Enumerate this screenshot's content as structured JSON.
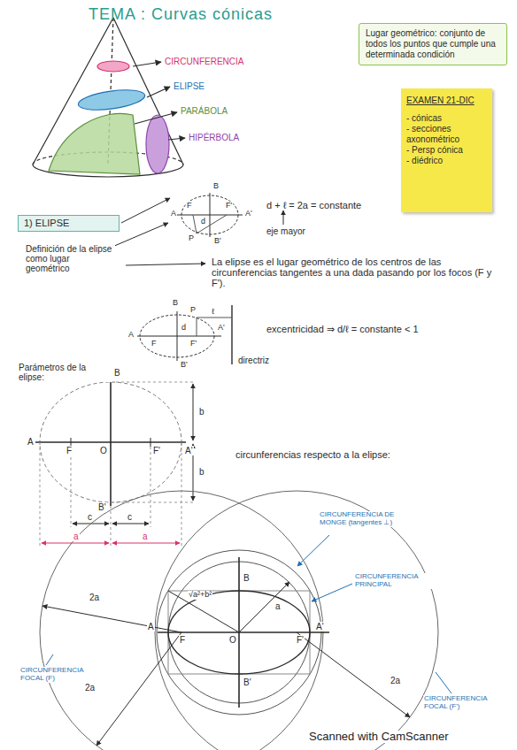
{
  "diagram": {
    "title": "TEMA : Curvas cónicas",
    "nodes": [
      {
        "text": [
          "Lugar geométrico: conjunto de todos los puntos que cumple una determinada condición"
        ]
      },
      {
        "text": [
          "EXAMEN 21-DIC",
          "- cónicas",
          "- secciones axonométrico",
          "- Persp cónica",
          "- diédrico"
        ]
      },
      {
        "text": [
          "1) ELIPSE"
        ]
      }
    ],
    "labels": [
      "CIRCUNFERENCIA",
      "ELIPSE",
      "PARÁBOLA",
      "HIPÉRBOLA",
      "Definición de la elipse como lugar geométrico",
      "B",
      "F",
      "F'",
      "A",
      "d",
      "A'",
      "P",
      "B'",
      "d + ℓ = 2a = constante",
      "eje mayor",
      "La elipse es el lugar geométrico de los centros de las circunferencias tangentes a una dada pasando por los focos (F y F').",
      "B",
      "P",
      "ℓ",
      "A",
      "d",
      "F",
      "F'",
      "A'",
      "B'",
      "directriz",
      "excentricidad ⇒ d/ℓ = constante < 1",
      "Parámetros de la elipse:",
      "B",
      "b",
      "b",
      "A",
      "F",
      "O",
      "F'",
      "A'",
      "B'",
      "c",
      "c",
      "a",
      "a",
      "circunferencias respecto a la elipse:",
      "B",
      "√a²+b²",
      "a",
      "A",
      "F",
      "O",
      "F'",
      "A'",
      "B'",
      "CIRCUNFERENCIA DE MONGE (tangentes ⊥)",
      "CIRCUNFERENCIA PRINCIPAL",
      "2a",
      "CIRCUNFERENCIA FOCAL (F)",
      "2a",
      "2a",
      "CIRCUNFERENCIA FOCAL (F')",
      "Scanned with CamScanner"
    ]
  }
}
